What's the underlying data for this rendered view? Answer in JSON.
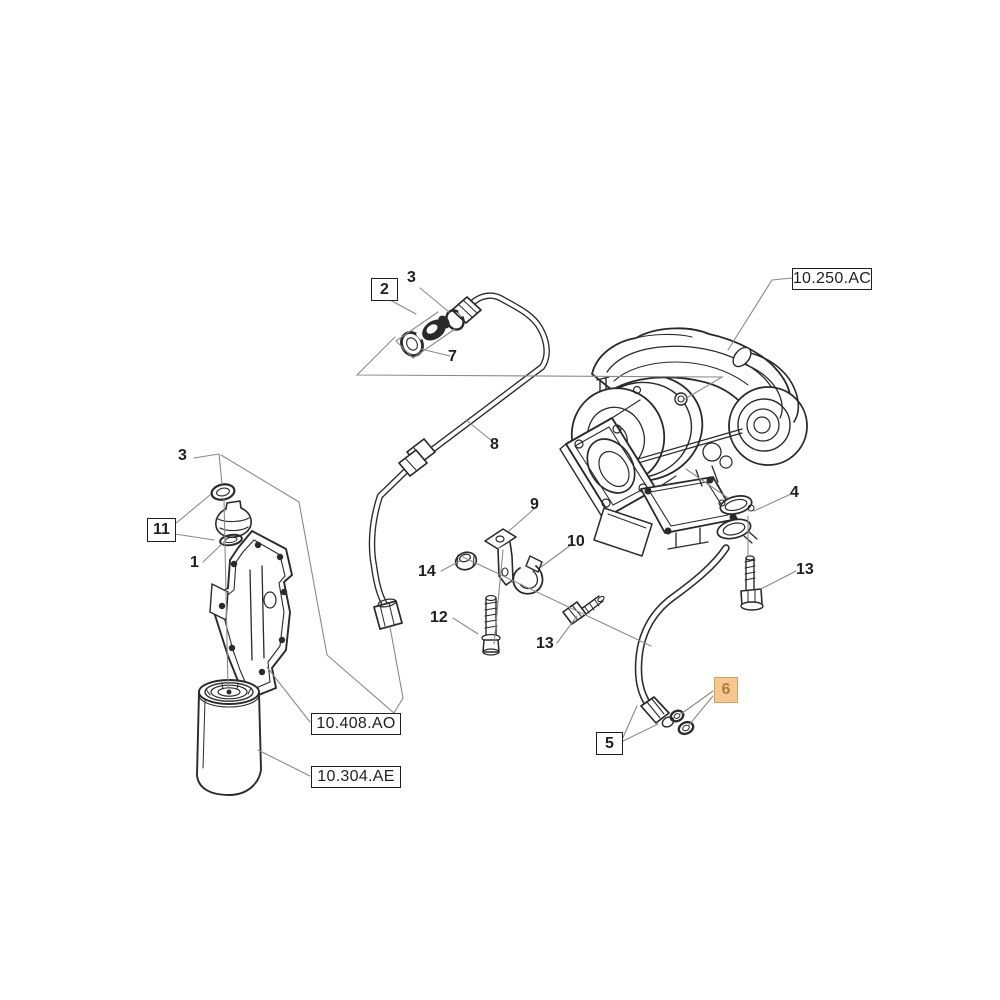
{
  "figure": {
    "type": "exploded-parts-diagram",
    "background": "#ffffff",
    "line_color": "#2a2a2a",
    "leader_color": "#8a8a8a",
    "highlight": {
      "fill": "#f6c790",
      "border": "#d6a159",
      "text": "#b5793a"
    },
    "callouts": {
      "part_2": "2",
      "part_3_top": "3",
      "part_7": "7",
      "part_8": "8",
      "part_3_left": "3",
      "part_11": "11",
      "part_1": "1",
      "part_9": "9",
      "part_14": "14",
      "part_10": "10",
      "part_12": "12",
      "part_13_mid": "13",
      "part_4": "4",
      "part_13_right": "13",
      "part_5": "5",
      "part_6": "6"
    },
    "section_refs": {
      "turbocharger": "10.250.AC",
      "filter_head": "10.408.AO",
      "oil_filter": "10.304.AE"
    }
  }
}
